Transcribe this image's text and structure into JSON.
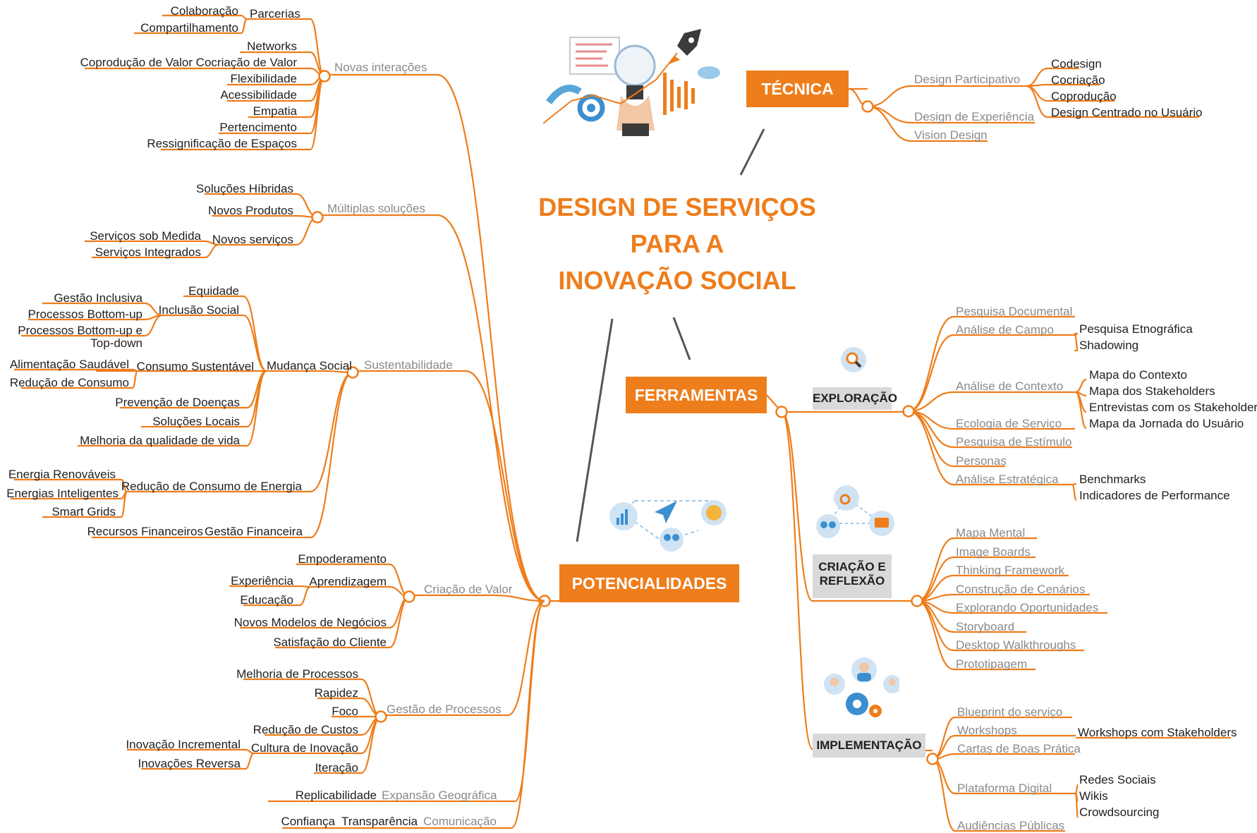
{
  "title": {
    "line1": "DESIGN DE SERVIÇOS",
    "line2": "PARA A",
    "line3": "INOVAÇÃO SOCIAL"
  },
  "colors": {
    "accent": "#ee7d1b",
    "node_gray": "#d9d9d9",
    "text_dark": "#1f1f1f",
    "text_gray": "#8a8a8a",
    "icon_blue": "#3b8fd0"
  },
  "tecnica": {
    "label": "TÉCNICA",
    "design_participativo": "Design Participativo",
    "codesign": "Codesign",
    "cocriacao": "Cocriação",
    "coproducao": "Coprodução",
    "dcu": "Design Centrado no Usuário",
    "design_experiencia": "Design de Experiência",
    "vision_design": "Vision Design"
  },
  "ferramentas": {
    "label": "FERRAMENTAS",
    "exploracao": {
      "label": "EXPLORAÇÃO",
      "pesquisa_documental": "Pesquisa Documental",
      "analise_campo": "Análise de Campo",
      "pesquisa_etnografica": "Pesquisa Etnográfica",
      "shadowing": "Shadowing",
      "analise_contexto": "Análise de Contexto",
      "mapa_contexto": "Mapa do Contexto",
      "mapa_stakeholders": "Mapa dos Stakeholders",
      "entrevistas": "Entrevistas com os Stakeholders",
      "mapa_jornada": "Mapa da Jornada do Usuário",
      "ecologia": "Ecologia de Serviço",
      "pesquisa_estimulo": "Pesquisa de Estímulo",
      "personas": "Personas",
      "analise_estrategica": "Análise Estratégica",
      "benchmarks": "Benchmarks",
      "indicadores": "Indicadores de Performance"
    },
    "criacao": {
      "label_line1": "CRIAÇÃO E",
      "label_line2": "REFLEXÃO",
      "mapa_mental": "Mapa Mental",
      "image_boards": "Image Boards",
      "thinking_framework": "Thinking Framework",
      "construcao_cenarios": "Construção de Cenários",
      "explorando": "Explorando Oportunidades",
      "storyboard": "Storyboard",
      "desktop": "Desktop Walkthroughs",
      "prototipagem": "Prototipagem"
    },
    "implementacao": {
      "label": "IMPLEMENTAÇÃO",
      "blueprint": "Blueprint do serviço",
      "workshops": "Workshops",
      "workshops_stakeholders": "Workshops com Stakeholders",
      "cartas": "Cartas de Boas Prática",
      "plataforma": "Plataforma Digital",
      "redes_sociais": "Redes Sociais",
      "wikis": "Wikis",
      "crowdsourcing": "Crowdsourcing",
      "audiencias": "Audiências Públicas"
    }
  },
  "potencialidades": {
    "label": "POTENCIALIDADES",
    "novas_interacoes": {
      "label": "Novas interações",
      "parcerias": "Parcerias",
      "colaboracao": "Colaboração",
      "compartilhamento": "Compartilhamento",
      "networks": "Networks",
      "cocriacao_valor": "Cocriação de Valor",
      "coproducao_valor": "Coprodução de Valor",
      "flexibilidade": "Flexibilidade",
      "acessibilidade": "Acessibilidade",
      "empatia": "Empatia",
      "pertencimento": "Pertencimento",
      "ressignificacao": "Ressignificação de Espaços"
    },
    "multiplas_solucoes": {
      "label": "Múltiplas soluções",
      "hibridas": "Soluções Híbridas",
      "novos_produtos": "Novos Produtos",
      "novos_servicos": "Novos serviços",
      "sob_medida": "Serviços sob Medida",
      "integrados": "Serviços Integrados"
    },
    "sustentabilidade": {
      "label": "Sustentabilidade",
      "mudanca_social": "Mudança Social",
      "equidade": "Equidade",
      "inclusao_social": "Inclusão Social",
      "gestao_inclusiva": "Gestão Inclusiva",
      "bottom_up": "Processos Bottom-up",
      "bottom_up_top_down_1": "Processos Bottom-up e",
      "bottom_up_top_down_2": "Top-down",
      "consumo_sustentavel": "Consumo Sustentável",
      "alimentacao": "Alimentação Saudável",
      "reducao_consumo": "Redução de Consumo",
      "prevencao": "Prevenção de Doenças",
      "solucoes_locais": "Soluções Locais",
      "qualidade_vida": "Melhoria da qualidade de vida",
      "reducao_energia": "Redução de Consumo de Energia",
      "energia_renovaveis": "Energia Renováveis",
      "energias_inteligentes": "Energias Inteligentes",
      "smart_grids": "Smart Grids",
      "gestao_financeira": "Gestão Financeira",
      "recursos_financeiros": "Recursos Financeiros"
    },
    "criacao_valor": {
      "label": "Criação de Valor",
      "empoderamento": "Empoderamento",
      "aprendizagem": "Aprendizagem",
      "experiencia": "Experiência",
      "educacao": "Educação",
      "novos_modelos": "Novos Modelos de Negócios",
      "satisfacao": "Satisfação do Cliente"
    },
    "gestao_processos": {
      "label": "Gestão de Processos",
      "melhoria_processos": "Melhoria de Processos",
      "rapidez": "Rapidez",
      "foco": "Foco",
      "reducao_custos": "Redução de Custos",
      "cultura_inovacao": "Cultura de Inovação",
      "inovacao_incremental": "Inovação Incremental",
      "inovacoes_reversa": "Inovações Reversa",
      "iteracao": "Iteração"
    },
    "expansao": {
      "label": "Expansão Geográfica",
      "replicabilidade": "Replicabilidade"
    },
    "comunicacao": {
      "label": "Comunicação",
      "transparencia": "Transparência",
      "confianca": "Confiança"
    }
  }
}
